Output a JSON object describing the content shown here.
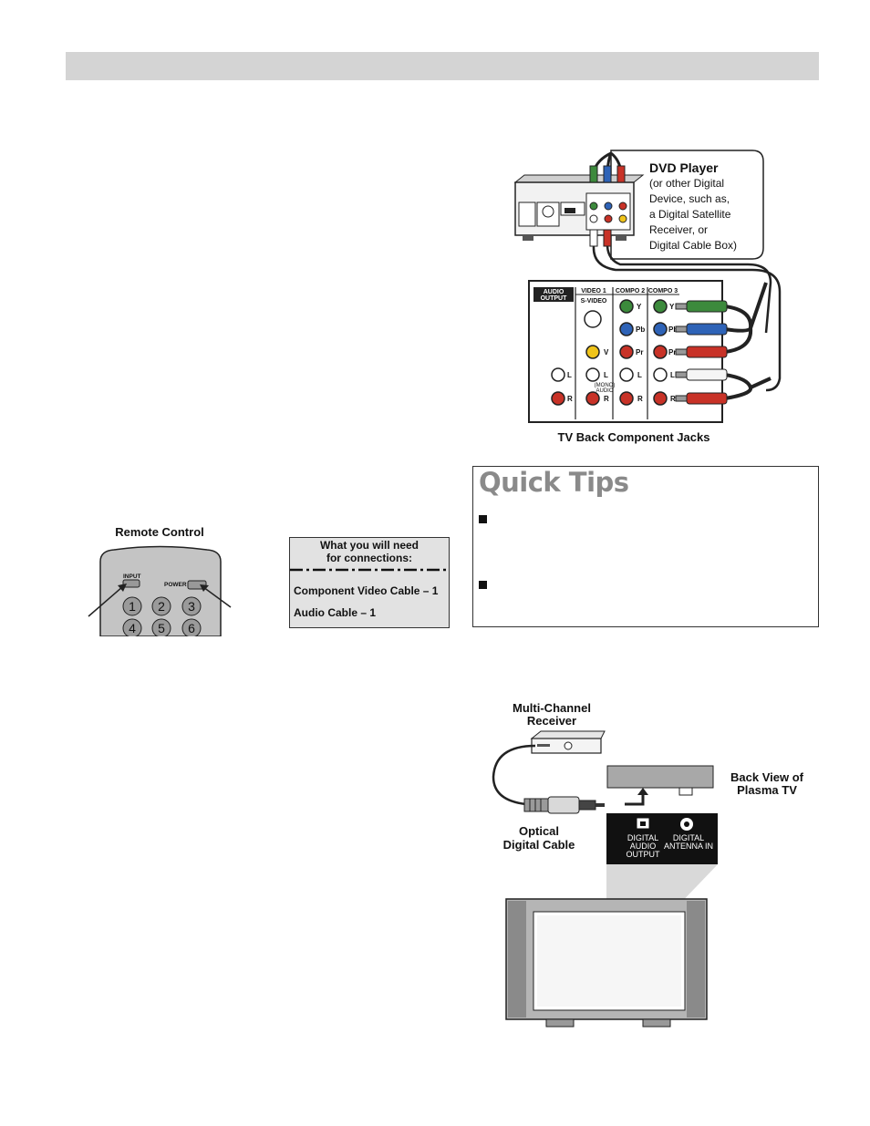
{
  "dvd_diagram": {
    "device_title": "DVD Player",
    "device_desc": [
      "(or other Digital",
      "Device, such as,",
      "a Digital Satellite",
      "Receiver, or",
      "Digital Cable Box)"
    ],
    "tv_caption": "TV Back Component Jacks",
    "panel_headers": [
      "AUDIO OUTPUT",
      "VIDEO 1",
      "COMPO 2",
      "COMPO 3"
    ],
    "svideo_label": "S-VIDEO",
    "mono_label": "(MONO) AUDIO",
    "jack_labels": [
      "Y",
      "Pb",
      "Pr",
      "L",
      "R",
      "V"
    ]
  },
  "quick_tips": {
    "title": "Quick Tips"
  },
  "remote": {
    "caption": "Remote Control",
    "input_label": "INPUT",
    "power_label": "POWER",
    "keys": [
      "1",
      "2",
      "3",
      "4",
      "5",
      "6"
    ]
  },
  "needs": {
    "heading_line1": "What you will need",
    "heading_line2": "for connections:",
    "items": [
      "Component Video Cable  – 1",
      "Audio Cable  – 1"
    ]
  },
  "optical_diagram": {
    "receiver_label": [
      "Multi-Channel",
      "Receiver"
    ],
    "cable_label": [
      "Optical",
      "Digital Cable"
    ],
    "back_view_label": [
      "Back View of",
      "Plasma TV"
    ],
    "port1": [
      "DIGITAL",
      "AUDIO",
      "OUTPUT"
    ],
    "port2": [
      "DIGITAL",
      "ANTENNA IN"
    ]
  }
}
